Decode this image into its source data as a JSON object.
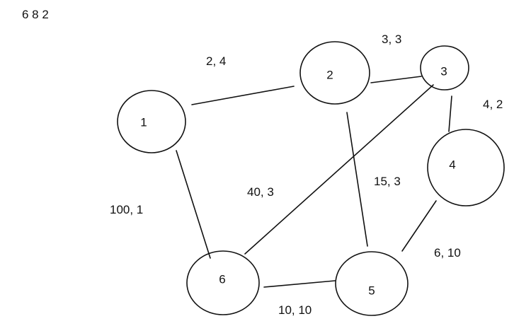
{
  "header": {
    "text": "6 8 2"
  },
  "graph": {
    "nodes": [
      {
        "id": "1",
        "label": "1"
      },
      {
        "id": "2",
        "label": "2"
      },
      {
        "id": "3",
        "label": "3"
      },
      {
        "id": "4",
        "label": "4"
      },
      {
        "id": "5",
        "label": "5"
      },
      {
        "id": "6",
        "label": "6"
      }
    ],
    "edges": [
      {
        "from": "1",
        "to": "2",
        "label": "2, 4"
      },
      {
        "from": "2",
        "to": "3",
        "label": "3, 3"
      },
      {
        "from": "3",
        "to": "4",
        "label": "4, 2"
      },
      {
        "from": "1",
        "to": "6",
        "label": "100, 1"
      },
      {
        "from": "3",
        "to": "6",
        "label": "40, 3"
      },
      {
        "from": "2",
        "to": "5",
        "label": "15, 3"
      },
      {
        "from": "4",
        "to": "5",
        "label": "6, 10"
      },
      {
        "from": "6",
        "to": "5",
        "label": "10, 10"
      }
    ]
  },
  "colors": {
    "stroke": "#111111",
    "background": "#ffffff"
  }
}
